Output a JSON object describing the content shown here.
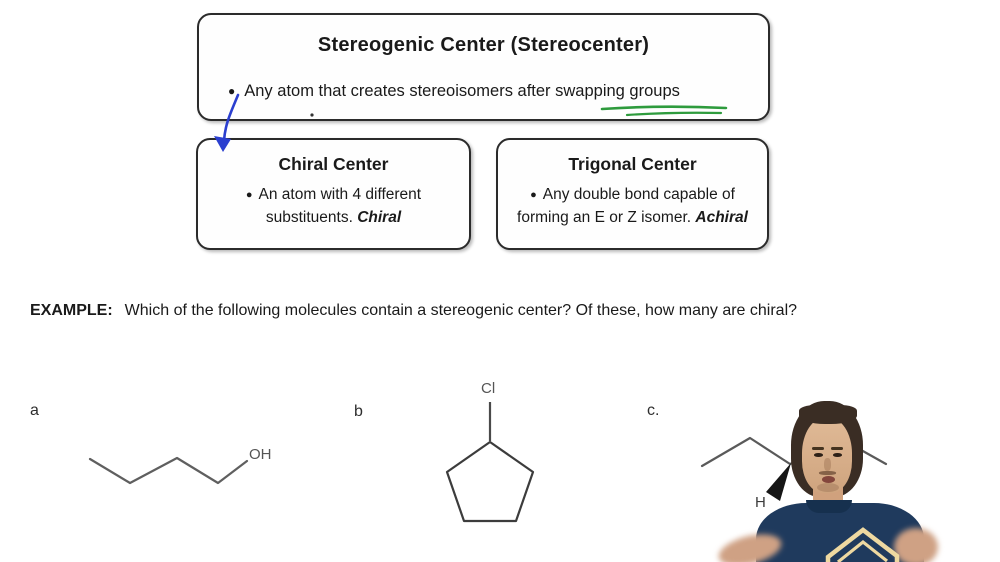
{
  "slide": {
    "bullet_char": "●",
    "root_box": {
      "title": "Stereogenic Center (Stereocenter)",
      "bullet": "Any atom that creates stereoisomers after swapping groups"
    },
    "branch_boxes": [
      {
        "title": "Chiral Center",
        "bullet_line1": "An atom with 4 different",
        "bullet_line2": "substituents.",
        "emphasis": "Chiral"
      },
      {
        "title": "Trigonal Center",
        "bullet_line1": "Any double bond capable of",
        "bullet_line2": "forming an E or Z isomer.",
        "emphasis": "Achiral"
      }
    ],
    "example": {
      "heading": "EXAMPLE:",
      "question": "Which of the following molecules contain a stereogenic center? Of these, how many are chiral?"
    }
  },
  "molecules": [
    {
      "label": "a",
      "atom_label": "OH"
    },
    {
      "label": "b",
      "atom_label": "Cl"
    },
    {
      "label": "c.",
      "atom_label": "H"
    }
  ],
  "annotation_colors": {
    "arrow_blue": "#2b3fcf",
    "underline_green": "#2e9b3d",
    "molecule_line_gray": "#555555",
    "shirt_navy": "#1f3a5d",
    "logo_gold": "#eed9a1"
  }
}
